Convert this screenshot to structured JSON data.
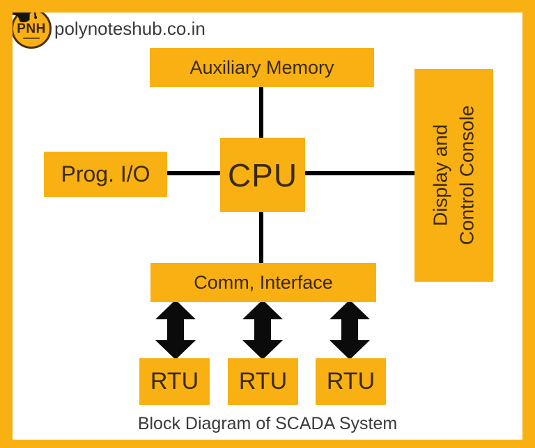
{
  "header": {
    "logo_text": "PNH",
    "site_url": "polynoteshub.co.in"
  },
  "blocks": {
    "aux_memory": {
      "label": "Auxiliary Memory"
    },
    "prog_io": {
      "label": "Prog. I/O"
    },
    "cpu": {
      "label": "CPU"
    },
    "display_console": {
      "label_line1": "Display and",
      "label_line2": "Control Console"
    },
    "comm_interface": {
      "label": "Comm, Interface"
    },
    "rtus": [
      {
        "label": "RTU"
      },
      {
        "label": "RTU"
      },
      {
        "label": "RTU"
      }
    ]
  },
  "caption": "Block Diagram of SCADA System",
  "icons": {
    "logo_icon": "graduation-cap-icon",
    "arrow_icon": "bidirectional-arrow-icon"
  },
  "colors": {
    "accent": "#F9B013",
    "box_text": "#3A2A08",
    "connector": "#000000",
    "caption_text": "#3A3A3A"
  }
}
